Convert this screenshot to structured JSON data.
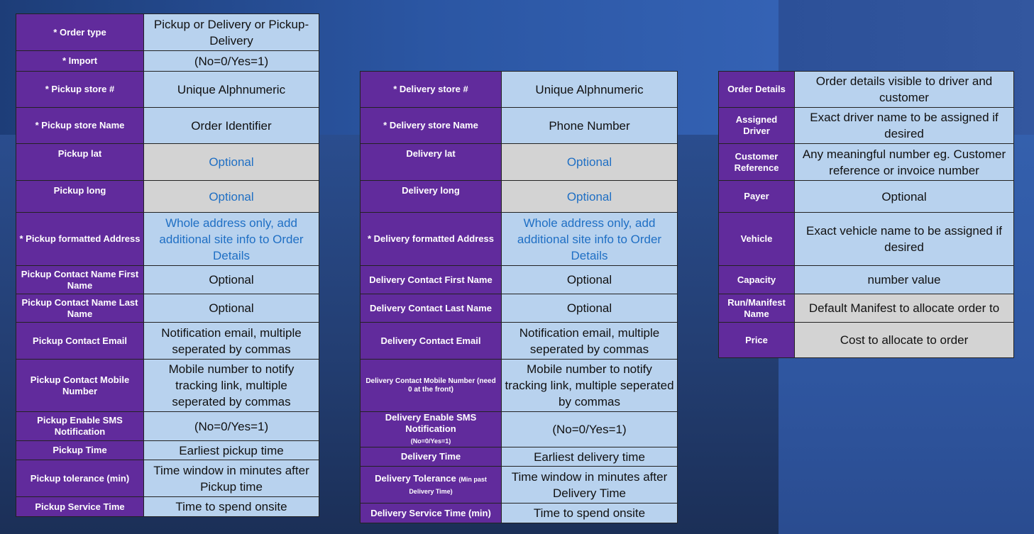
{
  "left_table": {
    "rows": [
      {
        "label": "* Order type",
        "value": "Pickup or Delivery or Pickup-Delivery"
      },
      {
        "label": "* Import",
        "value": "(No=0/Yes=1)"
      },
      {
        "label": "* Pickup store #",
        "value": "Unique Alphnumeric"
      },
      {
        "label": "* Pickup store Name",
        "value": "Order Identifier"
      },
      {
        "label": "Pickup lat",
        "value": "Optional"
      },
      {
        "label": "Pickup long",
        "value": "Optional"
      },
      {
        "label": "* Pickup formatted Address",
        "value": "Whole address only, add additional site info to Order Details"
      },
      {
        "label": "Pickup Contact Name First Name",
        "value": "Optional"
      },
      {
        "label": "Pickup Contact Name Last Name",
        "value": "Optional"
      },
      {
        "label": "Pickup Contact Email",
        "value": "Notification email, multiple seperated by commas"
      },
      {
        "label": "Pickup Contact Mobile Number",
        "value": "Mobile number to notify tracking link, multiple seperated by commas"
      },
      {
        "label": "Pickup Enable SMS Notification",
        "value": "(No=0/Yes=1)"
      },
      {
        "label": "Pickup Time",
        "value": "Earliest pickup time"
      },
      {
        "label": "Pickup tolerance (min)",
        "value": "Time window in minutes after Pickup time"
      },
      {
        "label": "Pickup Service Time",
        "value": "Time to spend onsite"
      }
    ]
  },
  "middle_table": {
    "rows": [
      {
        "label": "* Delivery store #",
        "value": "Unique Alphnumeric"
      },
      {
        "label": "* Delivery store Name",
        "value": "Phone Number"
      },
      {
        "label": "Delivery lat",
        "value": "Optional"
      },
      {
        "label": "Delivery long",
        "value": "Optional"
      },
      {
        "label": "* Delivery formatted Address",
        "value": "Whole address only, add additional site info to Order Details"
      },
      {
        "label": "Delivery Contact First Name",
        "value": "Optional"
      },
      {
        "label": "Delivery Contact Last Name",
        "value": "Optional"
      },
      {
        "label": "Delivery Contact Email",
        "value": "Notification email, multiple seperated by commas"
      },
      {
        "label": "Delivery Contact Mobile Number (need 0 at the front)",
        "value": "Mobile number to notify tracking link, multiple seperated by commas"
      },
      {
        "label": "Delivery Enable SMS Notification",
        "label_sub": "(No=0/Yes=1)",
        "value": "(No=0/Yes=1)"
      },
      {
        "label": "Delivery Time",
        "value": "Earliest delivery time"
      },
      {
        "label": "Delivery Tolerance",
        "label_sub": "(Min past Delivery Time)",
        "value": "Time window in minutes after Delivery Time"
      },
      {
        "label": "Delivery Service Time (min)",
        "value": "Time to spend onsite"
      }
    ]
  },
  "right_table": {
    "rows": [
      {
        "label": "Order Details",
        "value": "Order details visible to driver and customer"
      },
      {
        "label": "Assigned Driver",
        "value": "Exact driver name to be assigned if desired"
      },
      {
        "label": "Customer Reference",
        "value": "Any meaningful number eg. Customer reference or invoice number"
      },
      {
        "label": "Payer",
        "value": "Optional"
      },
      {
        "label": "Vehicle",
        "value": "Exact vehicle name to be assigned if desired"
      },
      {
        "label": "Capacity",
        "value": "number value"
      },
      {
        "label": "Run/Manifest Name",
        "value": "Default Manifest to allocate order to"
      },
      {
        "label": "Price",
        "value": "Cost to allocate to order"
      }
    ]
  },
  "colors": {
    "label_bg": "#612b9c",
    "value_bg": "#b8d2ee",
    "optional_bg": "#d3d3d3",
    "optional_text": "#1f6fc4"
  }
}
